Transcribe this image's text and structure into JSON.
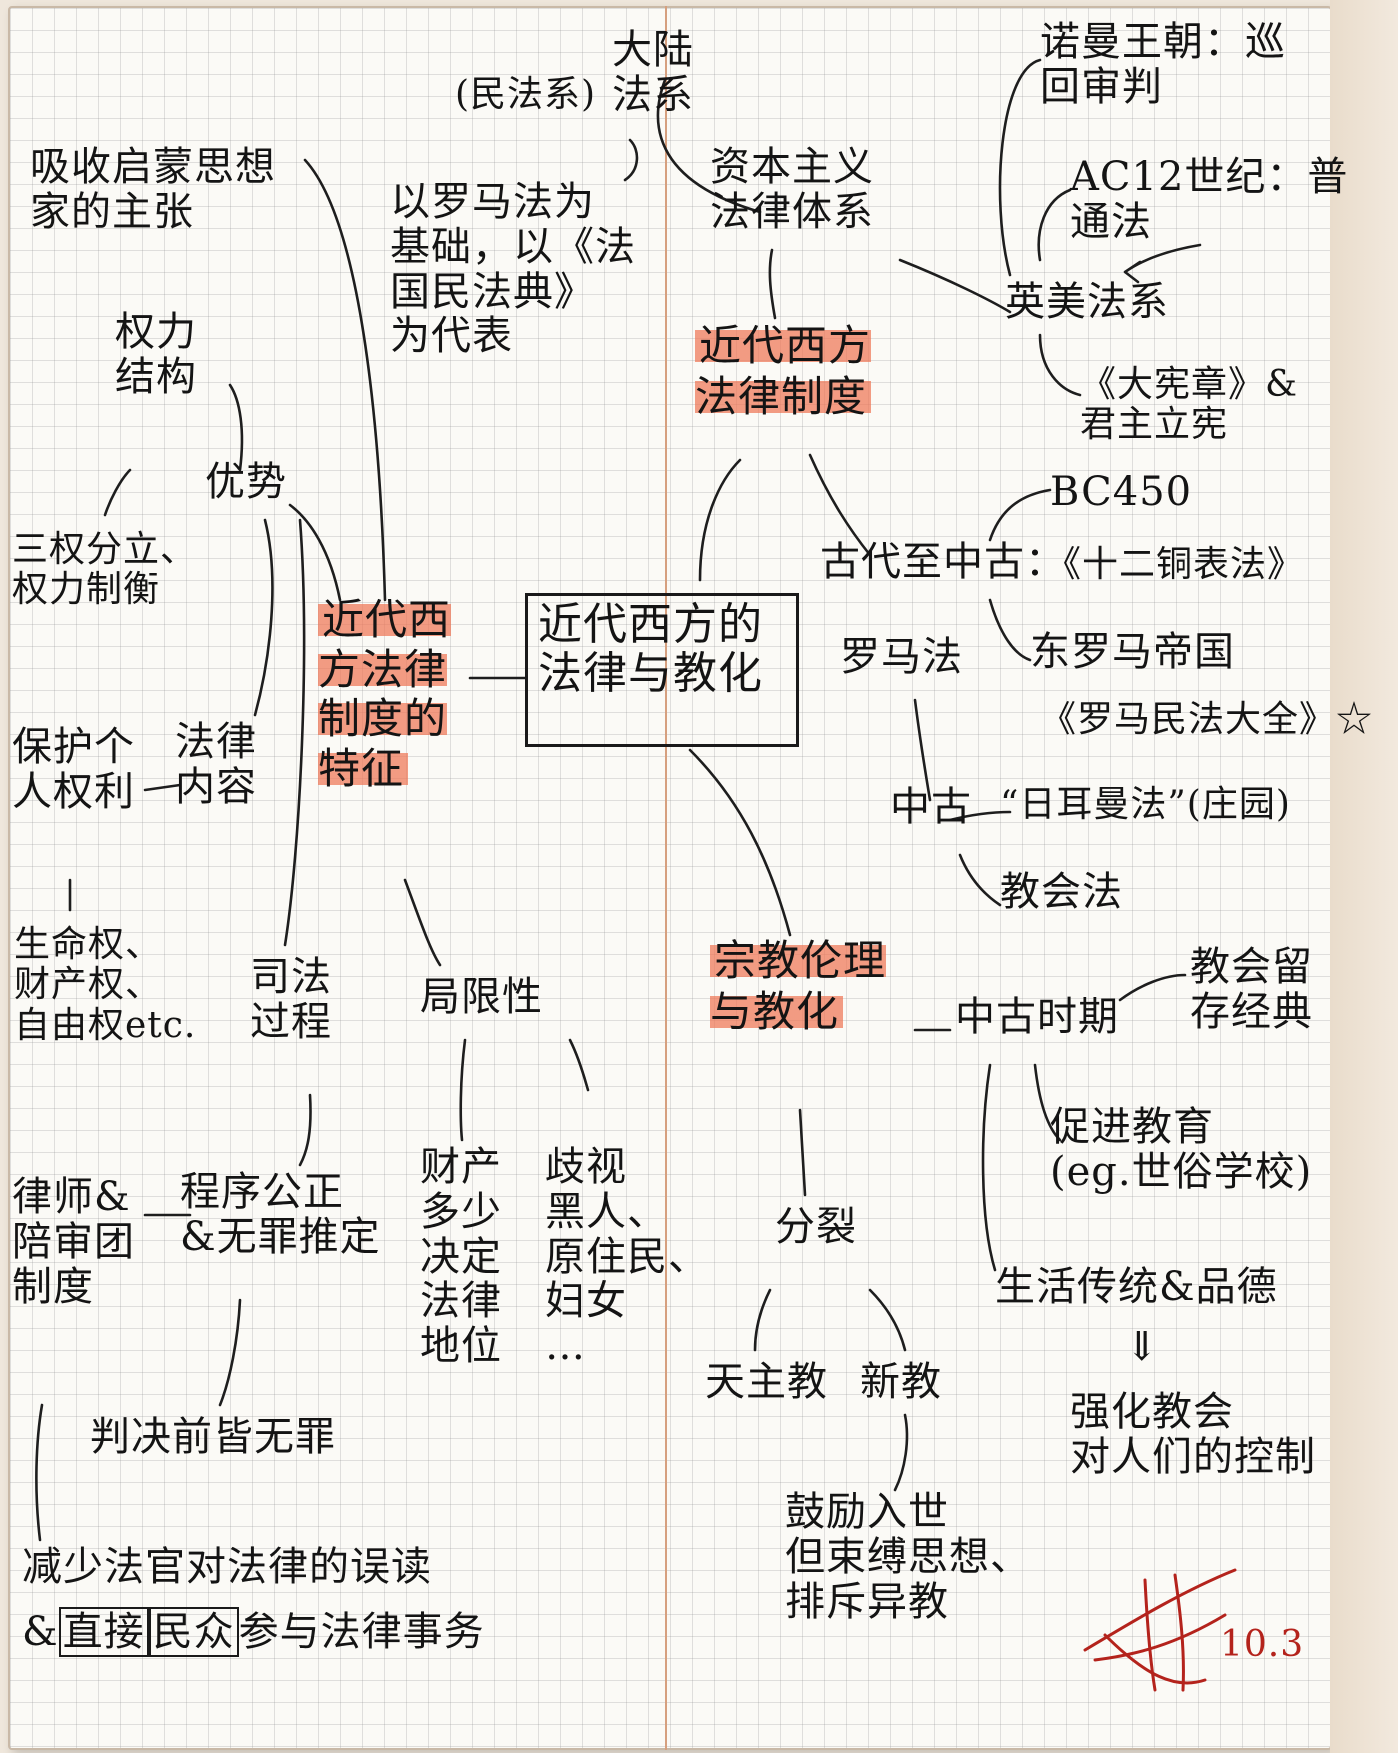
{
  "center": "近代西方的\n法律与教化",
  "left": {
    "feature_title": "近代西\n方法律\n制度的\n特征",
    "enlightenment": "吸收启蒙思想\n家的主张",
    "power_structure": "权力\n结构",
    "advantage": "优势",
    "separation": "三权分立、\n权力制衡",
    "protect_rights": "保护个\n人权利",
    "law_content": "法律\n内容",
    "rights_list": "生命权、\n财产权、\n自由权etc.",
    "judicial_process": "司法\n过程",
    "lawyer_jury": "律师&\n陪审团\n制度",
    "due_process": "程序公正\n&无罪推定",
    "presumption": "判决前皆无罪",
    "limitations": "局限性",
    "property_decides": "财产\n多少\n决定\n法律\n地位",
    "discrimination": "歧视\n黑人、\n原住民、\n妇女\n…",
    "bottom_1": "减少法官对法律的误读",
    "bottom_2_prefix": "&",
    "bottom_2_direct": "直接",
    "bottom_2_public": "民众",
    "bottom_2_suffix": "参与法律事务"
  },
  "right": {
    "civil_law_paren": "(民法系)",
    "continental": "大陆\n法系",
    "roman_basis": "以罗马法为\n基础，以《法\n国民法典》\n为代表",
    "capitalist": "资本主义\n法律体系",
    "law_title": "近代西方\n法律制度",
    "norman": "诺曼王朝：巡\n回审判",
    "ac12": "AC12世纪：普\n通法",
    "anglo": "英美法系",
    "magna": "《大宪章》&\n君主立宪",
    "ancient_medieval": "古代至中古：",
    "roman_law": "罗马法",
    "bc450": "BC450",
    "twelve_tables": "《十二铜表法》",
    "eastern_roman": "东罗马帝国",
    "corpus": "《罗马民法大全》☆",
    "medieval": "中古",
    "germanic": "“日耳曼法”(庄园)",
    "canon": "教会法",
    "religion_title": "宗教伦理\n与教化",
    "medieval_period": "中古时期",
    "preserve": "教会留\n存经典",
    "education": "促进教育\n(eg.世俗学校)",
    "life_tradition": "生活传统&品德",
    "arrow_down": "⇓",
    "strengthen": "强化教会\n对人们的控制",
    "split": "分裂",
    "catholic": "天主教",
    "protestant": "新教",
    "encourage": "鼓励入世\n但束缚思想、\n排斥异教"
  },
  "signature": {
    "date": "10.3"
  }
}
